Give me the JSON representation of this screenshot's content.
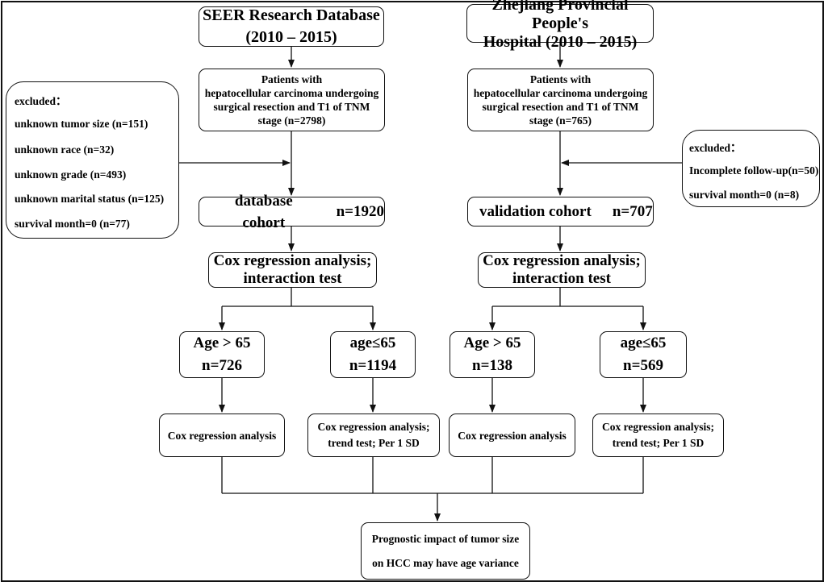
{
  "left_source": {
    "line1": "SEER Research Database",
    "line2": "(2010 – 2015)"
  },
  "right_source": {
    "line1": "Zhejiang Provincial People's",
    "line2": "Hospital (2010 – 2015)"
  },
  "left_patients": {
    "line1": "Patients with",
    "line2": "hepatocellular carcinoma undergoing",
    "line3": "surgical resection and T1 of TNM",
    "line4": "stage (n=2798)"
  },
  "right_patients": {
    "line1": "Patients with",
    "line2": "hepatocellular carcinoma undergoing",
    "line3": "surgical resection and T1 of TNM",
    "line4": "stage (n=765)"
  },
  "left_excluded": {
    "title": "excluded：",
    "items": [
      "unknown tumor size (n=151)",
      "unknown race (n=32)",
      "unknown grade (n=493)",
      "unknown marital status (n=125)",
      "survival month=0 (n=77)"
    ]
  },
  "right_excluded": {
    "title": "excluded：",
    "items": [
      "Incomplete follow-up(n=50)",
      "survival month=0 (n=8)"
    ]
  },
  "database_cohort": {
    "label": "database cohort",
    "n": "n=1920"
  },
  "validation_cohort": {
    "label": "validation cohort",
    "n": "n=707"
  },
  "left_cox": {
    "line1": "Cox regression analysis;",
    "line2": "interaction test"
  },
  "right_cox": {
    "line1": "Cox regression analysis;",
    "line2": "interaction test"
  },
  "groups": [
    {
      "label": "Age > 65",
      "n": "n=726",
      "analysis1": "Cox regression analysis",
      "analysis2": ""
    },
    {
      "label": "age≤65",
      "n": "n=1194",
      "analysis1": "Cox regression analysis;",
      "analysis2": "trend test; Per 1 SD"
    },
    {
      "label": "Age > 65",
      "n": "n=138",
      "analysis1": "Cox regression analysis",
      "analysis2": ""
    },
    {
      "label": "age≤65",
      "n": "n=569",
      "analysis1": "Cox regression analysis;",
      "analysis2": "trend test; Per 1 SD"
    }
  ],
  "conclusion": {
    "line1": "Prognostic impact of tumor size",
    "line2": "on HCC may have age variance"
  },
  "colors": {
    "stroke": "#111111",
    "background": "#ffffff"
  }
}
